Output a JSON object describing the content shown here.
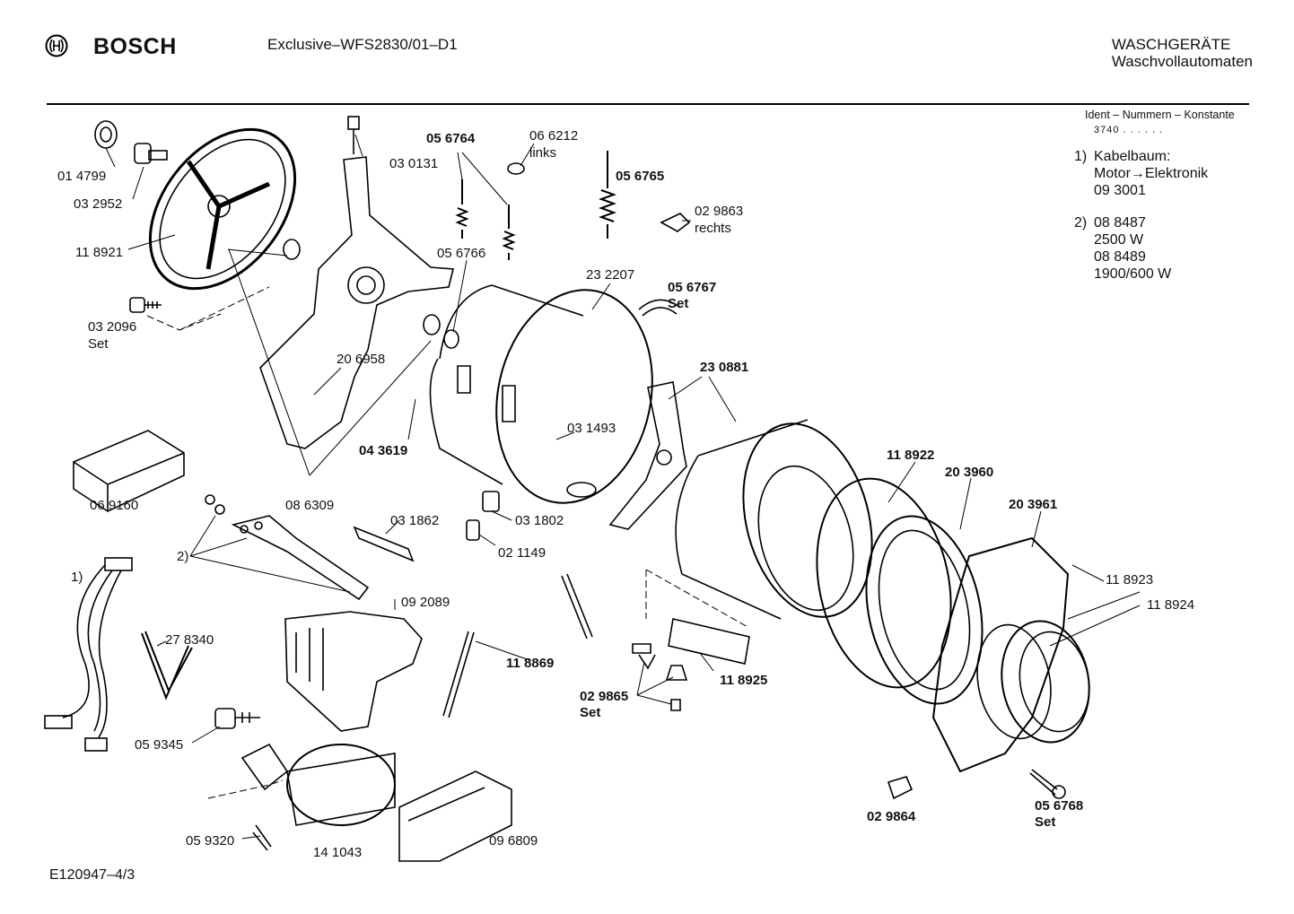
{
  "header": {
    "brand": "BOSCH",
    "model": "Exclusive–WFS2830/01–D1",
    "category_line1": "WASCHGERÄTE",
    "category_line2": "Waschvollautomaten"
  },
  "ident": {
    "heading": "Ident – Nummern – Konstante",
    "value": "3740 . . . . . ."
  },
  "notes": [
    {
      "marker": "1)",
      "lines": [
        "Kabelbaum:",
        "Motor→Elektronik",
        "09 3001"
      ]
    },
    {
      "marker": "2)",
      "lines": [
        "08 8487",
        "2500 W",
        "08 8489",
        "1900/600 W"
      ]
    }
  ],
  "footer": {
    "code": "E120947–4/3"
  },
  "parts": {
    "p014799": "01 4799",
    "p032952": "03 2952",
    "p118921": "11 8921",
    "p032096": "03 2096",
    "p032096_set": "Set",
    "p030131": "03 0131",
    "p056764": "05 6764",
    "p066212": "06 6212",
    "p066212_side": "links",
    "p056765": "05 6765",
    "p029863": "02 9863",
    "p029863_side": "rechts",
    "p056766": "05 6766",
    "p232207": "23 2207",
    "p056767": "05 6767",
    "p056767_set": "Set",
    "p206958": "20 6958",
    "p230881": "23 0881",
    "p043619": "04 3619",
    "p031493": "03 1493",
    "p118922": "11 8922",
    "p203960": "20 3960",
    "p203961": "20 3961",
    "p069160": "06 9160",
    "p086309": "08 6309",
    "p031862": "03 1862",
    "p031802": "03 1802",
    "p021149": "02 1149",
    "p118923": "11 8923",
    "p118924": "11 8924",
    "ref2": "2)",
    "ref1": "1)",
    "p092089": "09 2089",
    "p278340": "27 8340",
    "p118869": "11 8869",
    "p118925": "11 8925",
    "p029865": "02 9865",
    "p029865_set": "Set",
    "p059345": "05 9345",
    "p059320": "05 9320",
    "p141043": "14 1043",
    "p096809": "09 6809",
    "p029864": "02 9864",
    "p056768": "05 6768",
    "p056768_set": "Set"
  }
}
